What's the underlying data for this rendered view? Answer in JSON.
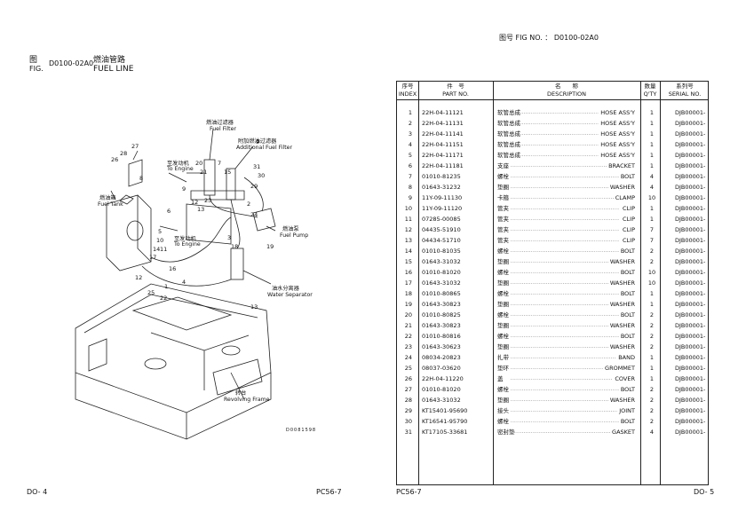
{
  "left_page": {
    "fig_label_cn": "图",
    "fig_label_en": "FIG.",
    "fig_code": "D0100-02A0",
    "title_cn": "燃油管路",
    "title_en": "FUEL LINE",
    "footer_left": "DO- 4",
    "footer_right": "PC56-7",
    "drawing_code": "D0081598"
  },
  "diagram_labels": {
    "fuel_filter_cn": "燃油过滤器",
    "fuel_filter_en": "Fuel Filter",
    "add_filter_cn": "附加燃油过滤器",
    "add_filter_en": "Additional Fuel Filter",
    "to_engine_cn": "至发动机",
    "to_engine_en": "To Engine",
    "fuel_tank_cn": "燃油箱",
    "fuel_tank_en": "Fuel Tank",
    "fuel_pump_cn": "燃油泵",
    "fuel_pump_en": "Fuel Pump",
    "water_sep_cn": "油水分离器",
    "water_sep_en": "Water Separator",
    "frame_cn": "转台",
    "frame_en": "Revolving Frame"
  },
  "right_page": {
    "fig_no_cn": "图号",
    "fig_no_label": "FIG NO. ：",
    "fig_no": "D0100-02A0",
    "footer_left": "PC56-7",
    "footer_right": "DO- 5",
    "headers": {
      "index_cn": "序号",
      "index_en": "INDEX",
      "part_cn": "件　号",
      "part_en": "PART NO.",
      "desc_cn": "名　　称",
      "desc_en": "DESCRIPTION",
      "qty_cn": "数量",
      "qty_en": "Q'TY",
      "serial_cn": "系列号",
      "serial_en": "SERIAL NO."
    },
    "parts": [
      {
        "index": "1",
        "part_no": "22H-04-11121",
        "name_cn": "软管总成",
        "name_en": "HOSE ASS'Y",
        "qty": "1",
        "serial": "DJB00001-"
      },
      {
        "index": "2",
        "part_no": "22H-04-11131",
        "name_cn": "软管总成",
        "name_en": "HOSE ASS'Y",
        "qty": "1",
        "serial": "DJB00001-"
      },
      {
        "index": "3",
        "part_no": "22H-04-11141",
        "name_cn": "软管总成",
        "name_en": "HOSE ASS'Y",
        "qty": "1",
        "serial": "DJB00001-"
      },
      {
        "index": "4",
        "part_no": "22H-04-11151",
        "name_cn": "软管总成",
        "name_en": "HOSE ASS'Y",
        "qty": "1",
        "serial": "DJB00001-"
      },
      {
        "index": "5",
        "part_no": "22H-04-11171",
        "name_cn": "软管总成",
        "name_en": "HOSE ASS'Y",
        "qty": "1",
        "serial": "DJB00001-"
      },
      {
        "index": "6",
        "part_no": "22H-04-11181",
        "name_cn": "支座",
        "name_en": "BRACKET",
        "qty": "1",
        "serial": "DJB00001-"
      },
      {
        "index": "7",
        "part_no": "01010-81235",
        "name_cn": "螺栓",
        "name_en": "BOLT",
        "qty": "4",
        "serial": "DJB00001-"
      },
      {
        "index": "8",
        "part_no": "01643-31232",
        "name_cn": "垫圈",
        "name_en": "WASHER",
        "qty": "4",
        "serial": "DJB00001-"
      },
      {
        "index": "9",
        "part_no": "11Y-09-11130",
        "name_cn": "卡箍",
        "name_en": "CLAMP",
        "qty": "10",
        "serial": "DJB00001-"
      },
      {
        "index": "10",
        "part_no": "11Y-09-11120",
        "name_cn": "管夹",
        "name_en": "CLIP",
        "qty": "1",
        "serial": "DJB00001-"
      },
      {
        "index": "11",
        "part_no": "07285-00085",
        "name_cn": "管夹",
        "name_en": "CLIP",
        "qty": "1",
        "serial": "DJB00001-"
      },
      {
        "index": "12",
        "part_no": "04435-51910",
        "name_cn": "管夹",
        "name_en": "CLIP",
        "qty": "7",
        "serial": "DJB00001-"
      },
      {
        "index": "13",
        "part_no": "04434-51710",
        "name_cn": "管夹",
        "name_en": "CLIP",
        "qty": "7",
        "serial": "DJB00001-"
      },
      {
        "index": "14",
        "part_no": "01010-81035",
        "name_cn": "螺栓",
        "name_en": "BOLT",
        "qty": "2",
        "serial": "DJB00001-"
      },
      {
        "index": "15",
        "part_no": "01643-31032",
        "name_cn": "垫圈",
        "name_en": "WASHER",
        "qty": "2",
        "serial": "DJB00001-"
      },
      {
        "index": "16",
        "part_no": "01010-81020",
        "name_cn": "螺栓",
        "name_en": "BOLT",
        "qty": "10",
        "serial": "DJB00001-"
      },
      {
        "index": "17",
        "part_no": "01643-31032",
        "name_cn": "垫圈",
        "name_en": "WASHER",
        "qty": "10",
        "serial": "DJB00001-"
      },
      {
        "index": "18",
        "part_no": "01010-80865",
        "name_cn": "螺栓",
        "name_en": "BOLT",
        "qty": "1",
        "serial": "DJB00001-"
      },
      {
        "index": "19",
        "part_no": "01643-30823",
        "name_cn": "垫圈",
        "name_en": "WASHER",
        "qty": "1",
        "serial": "DJB00001-"
      },
      {
        "index": "20",
        "part_no": "01010-80825",
        "name_cn": "螺栓",
        "name_en": "BOLT",
        "qty": "2",
        "serial": "DJB00001-"
      },
      {
        "index": "21",
        "part_no": "01643-30823",
        "name_cn": "垫圈",
        "name_en": "WASHER",
        "qty": "2",
        "serial": "DJB00001-"
      },
      {
        "index": "22",
        "part_no": "01010-80816",
        "name_cn": "螺栓",
        "name_en": "BOLT",
        "qty": "2",
        "serial": "DJB00001-"
      },
      {
        "index": "23",
        "part_no": "01643-30623",
        "name_cn": "垫圈",
        "name_en": "WASHER",
        "qty": "2",
        "serial": "DJB00001-"
      },
      {
        "index": "24",
        "part_no": "08034-20823",
        "name_cn": "扎带",
        "name_en": "BAND",
        "qty": "1",
        "serial": "DJB00001-"
      },
      {
        "index": "25",
        "part_no": "08037-03620",
        "name_cn": "垫环",
        "name_en": "GROMMET",
        "qty": "1",
        "serial": "DJB00001-"
      },
      {
        "index": "26",
        "part_no": "22H-04-11220",
        "name_cn": "盖",
        "name_en": "COVER",
        "qty": "1",
        "serial": "DJB00001-"
      },
      {
        "index": "27",
        "part_no": "01010-81020",
        "name_cn": "螺栓",
        "name_en": "BOLT",
        "qty": "2",
        "serial": "DJB00001-"
      },
      {
        "index": "28",
        "part_no": "01643-31032",
        "name_cn": "垫圈",
        "name_en": "WASHER",
        "qty": "2",
        "serial": "DJB00001-"
      },
      {
        "index": "29",
        "part_no": "KT15401-95690",
        "name_cn": "接头",
        "name_en": "JOINT",
        "qty": "2",
        "serial": "DJB00001-"
      },
      {
        "index": "30",
        "part_no": "KT16541-95790",
        "name_cn": "螺栓",
        "name_en": "BOLT",
        "qty": "2",
        "serial": "DJB00001-"
      },
      {
        "index": "31",
        "part_no": "KT17105-33681",
        "name_cn": "密封垫",
        "name_en": "GASKET",
        "qty": "4",
        "serial": "DJB00001-"
      }
    ]
  }
}
